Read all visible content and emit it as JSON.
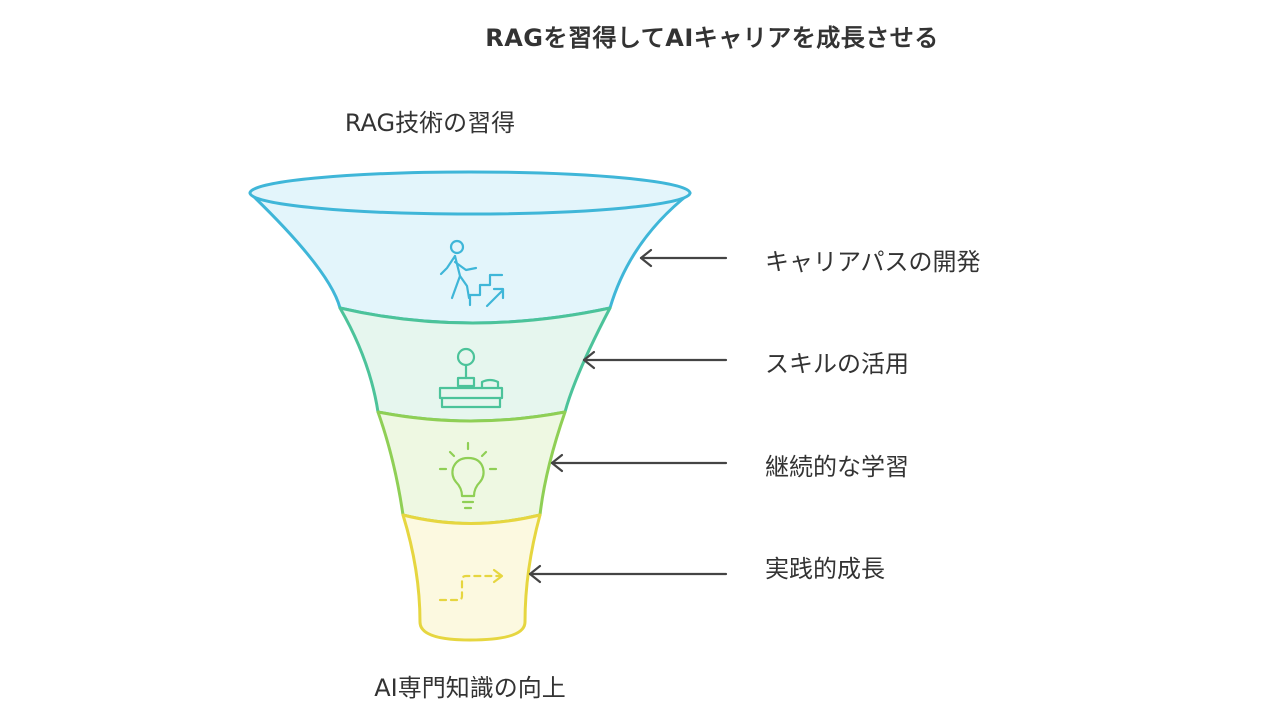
{
  "diagram": {
    "title": "RAGを習得してAIキャリアを成長させる",
    "top_label": "RAG技術の習得",
    "bottom_label": "AI専門知識の向上",
    "stages": [
      {
        "label": "キャリアパスの開発",
        "icon": "person-climbing-stairs-icon",
        "color": "#3fb6d8",
        "fill": "#e3f5fb"
      },
      {
        "label": "スキルの活用",
        "icon": "joystick-icon",
        "color": "#4cc39a",
        "fill": "#e6f6ee"
      },
      {
        "label": "継続的な学習",
        "icon": "lightbulb-icon",
        "color": "#8fcf55",
        "fill": "#eef8e2"
      },
      {
        "label": "実践的成長",
        "icon": "dashed-arrow-icon",
        "color": "#e6d640",
        "fill": "#fcf9e0"
      }
    ]
  }
}
